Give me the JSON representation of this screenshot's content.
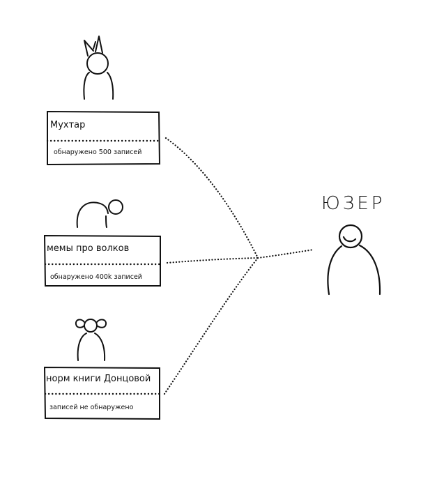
{
  "sources": [
    {
      "title": "Мухтар",
      "status": "обнаружено 500 записей"
    },
    {
      "title": "мемы про волков",
      "status": "обнаружено 400k записей"
    },
    {
      "title": "норм книги Донцовой",
      "status": "записей не обнаружено"
    }
  ],
  "user": {
    "label": "ЮЗЕР"
  },
  "colors": {
    "ink": "#111111",
    "background": "#ffffff"
  }
}
